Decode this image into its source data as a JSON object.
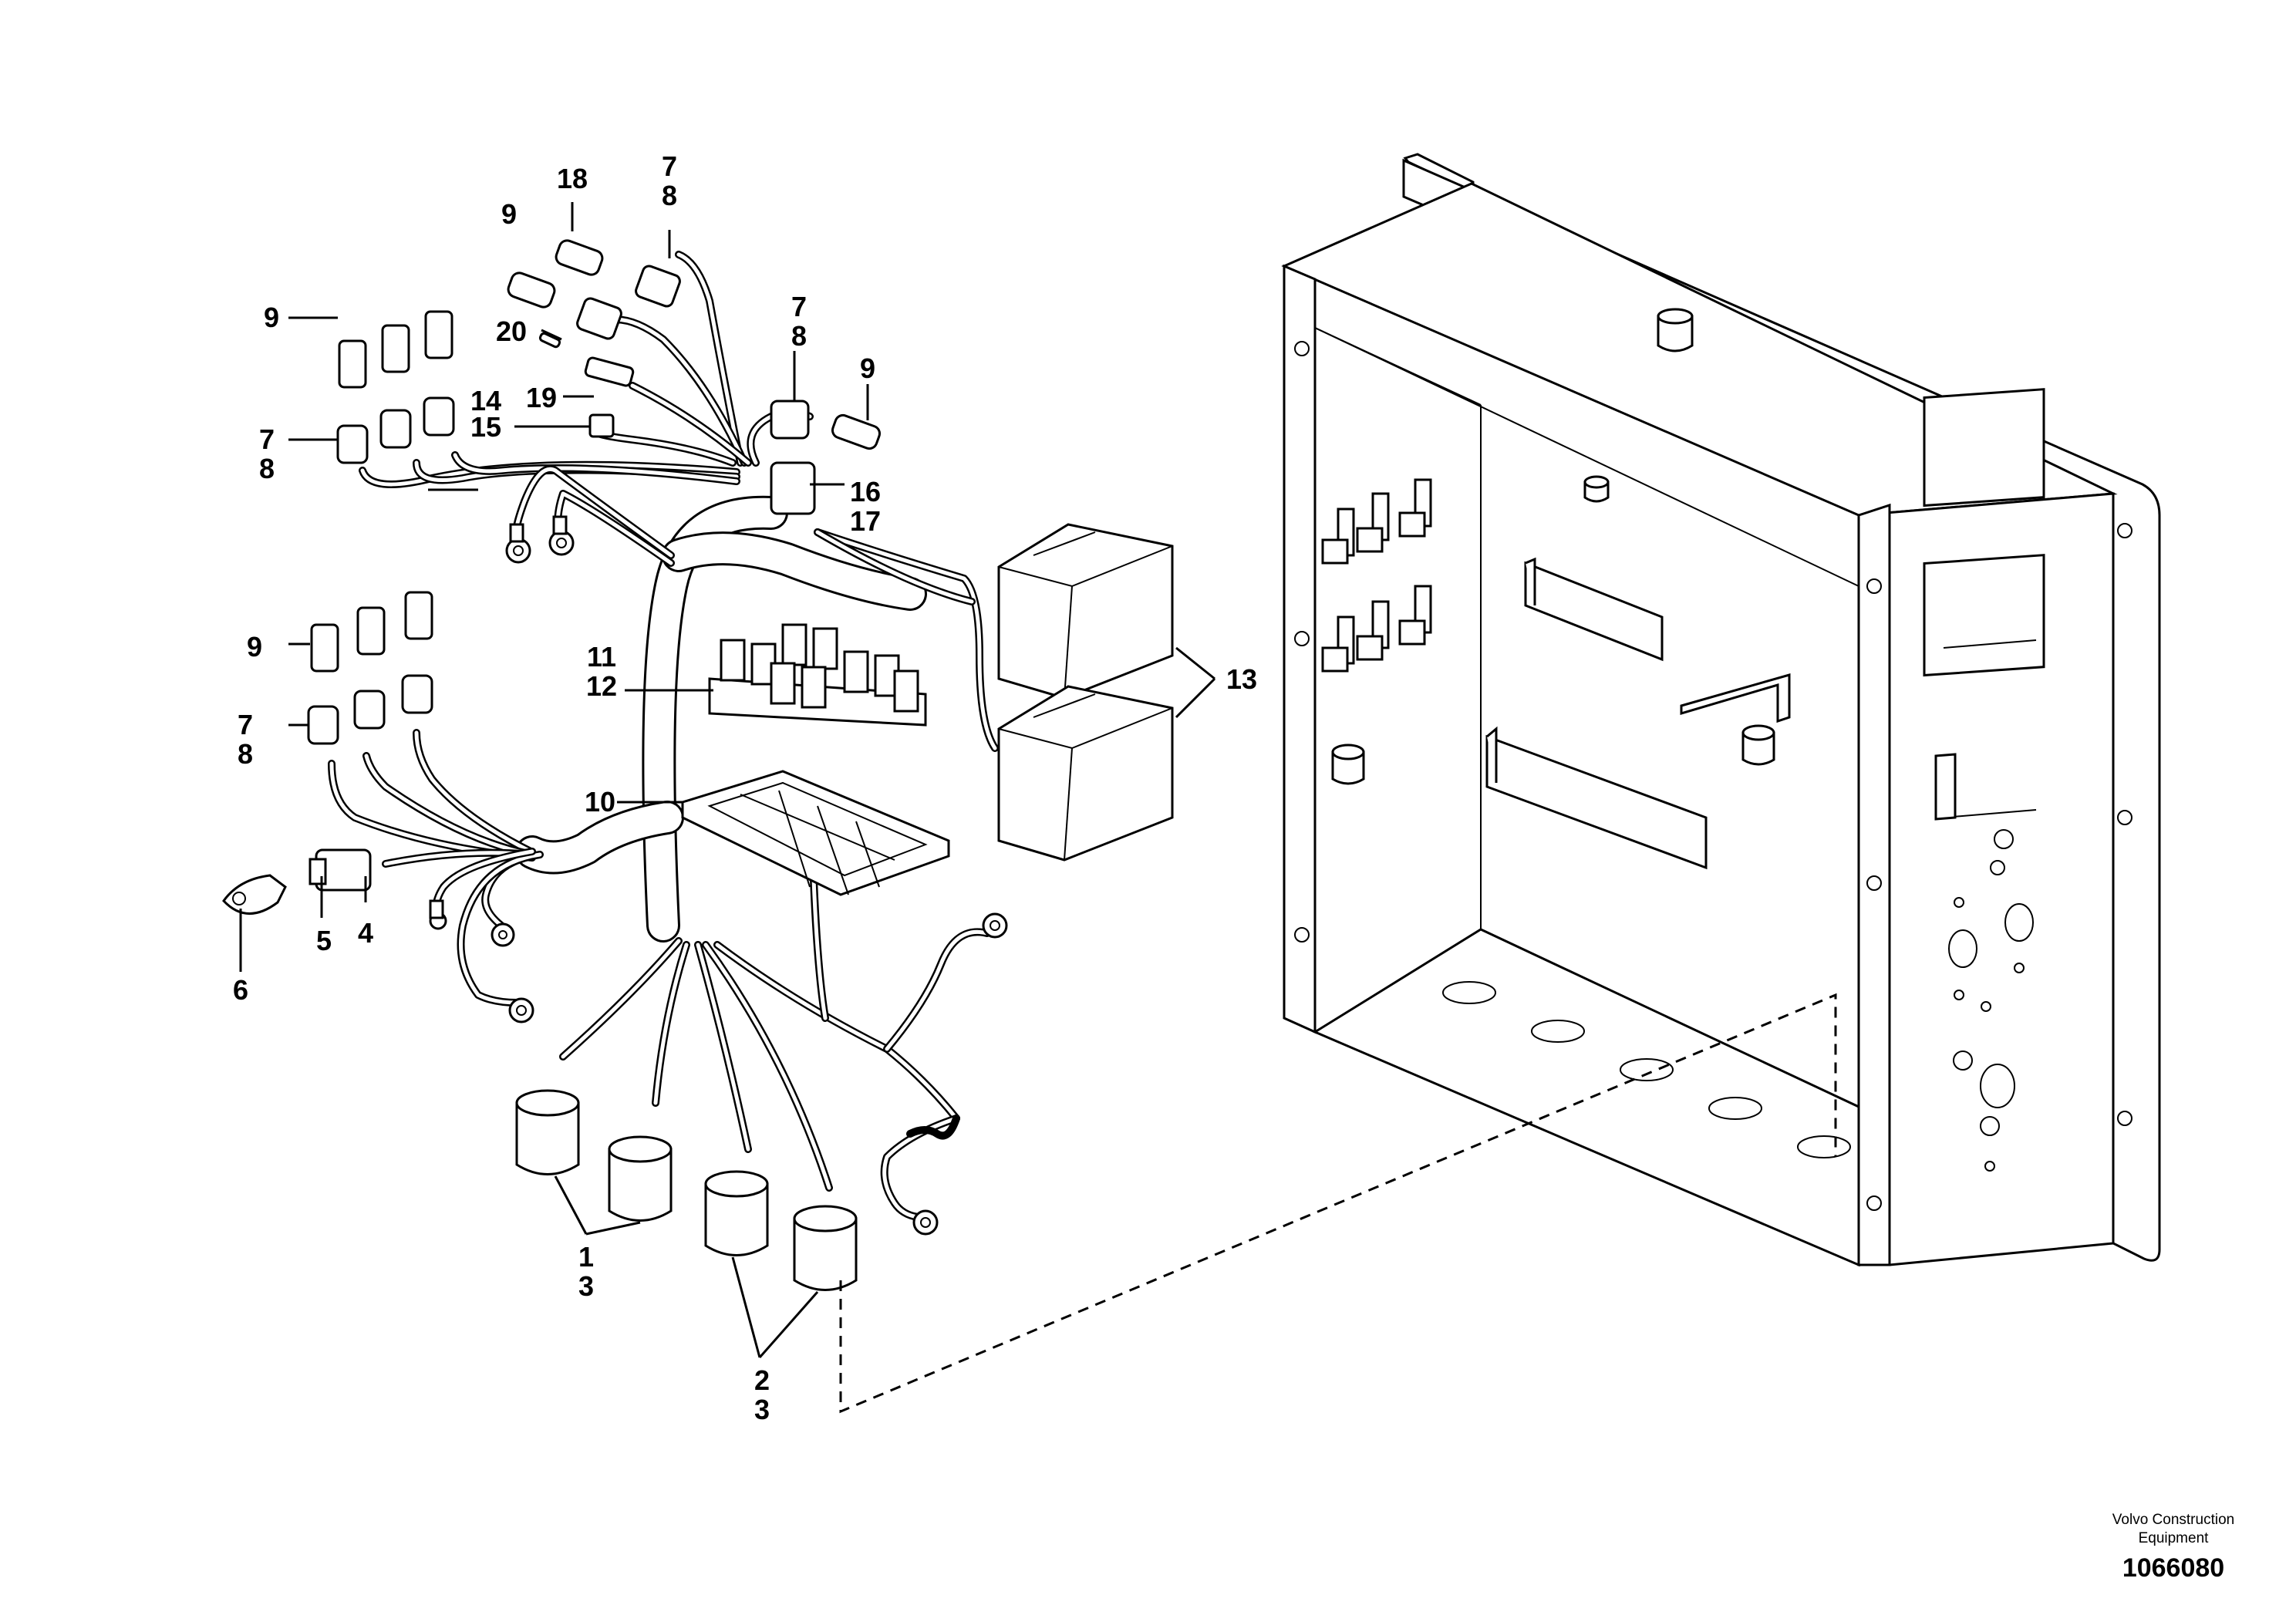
{
  "callouts": [
    {
      "id": "c18",
      "lines": [
        "18"
      ]
    },
    {
      "id": "c78a",
      "lines": [
        "7",
        "8"
      ]
    },
    {
      "id": "c9a",
      "lines": [
        "9"
      ]
    },
    {
      "id": "c20",
      "lines": [
        "20"
      ]
    },
    {
      "id": "c19",
      "lines": [
        "19"
      ]
    },
    {
      "id": "c78b",
      "lines": [
        "7",
        "8"
      ]
    },
    {
      "id": "c9b",
      "lines": [
        "9"
      ]
    },
    {
      "id": "c9c",
      "lines": [
        "9"
      ]
    },
    {
      "id": "c78c",
      "lines": [
        "7",
        "8"
      ]
    },
    {
      "id": "c14",
      "lines": [
        "14"
      ]
    },
    {
      "id": "c15",
      "lines": [
        "15"
      ]
    },
    {
      "id": "c1617",
      "lines": [
        "16",
        "17"
      ]
    },
    {
      "id": "c9d",
      "lines": [
        "9"
      ]
    },
    {
      "id": "c1112",
      "lines": [
        "11",
        "12"
      ]
    },
    {
      "id": "c13",
      "lines": [
        "13"
      ]
    },
    {
      "id": "c78d",
      "lines": [
        "7",
        "8"
      ]
    },
    {
      "id": "c10",
      "lines": [
        "10"
      ]
    },
    {
      "id": "c5",
      "lines": [
        "5"
      ]
    },
    {
      "id": "c4",
      "lines": [
        "4"
      ]
    },
    {
      "id": "c6",
      "lines": [
        "6"
      ]
    },
    {
      "id": "c13b",
      "lines": [
        "1",
        "3"
      ]
    },
    {
      "id": "c23",
      "lines": [
        "2",
        "3"
      ]
    }
  ],
  "credit": {
    "line1": "Volvo Construction",
    "line2": "Equipment"
  },
  "doc_number": "1066080",
  "colors": {
    "ink": "#000000",
    "paper": "#ffffff"
  }
}
